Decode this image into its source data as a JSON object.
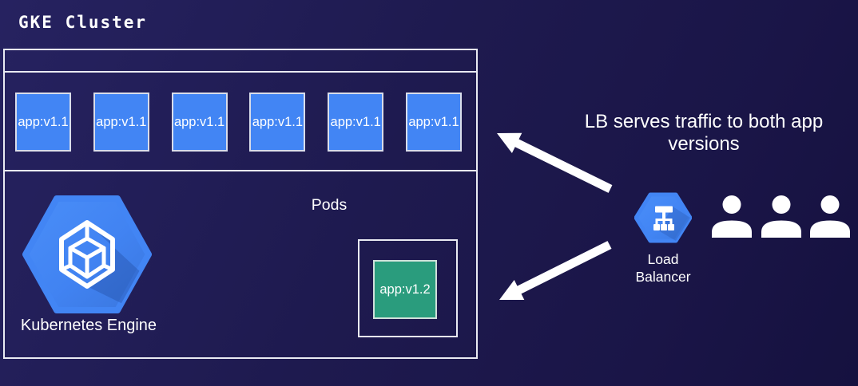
{
  "title": "GKE Cluster",
  "annotation": "LB serves traffic to both app versions",
  "cluster": {
    "pods_section_label": "Pods",
    "v11_pods": [
      {
        "label": "app:v1.1"
      },
      {
        "label": "app:v1.1"
      },
      {
        "label": "app:v1.1"
      },
      {
        "label": "app:v1.1"
      },
      {
        "label": "app:v1.1"
      },
      {
        "label": "app:v1.1"
      }
    ],
    "v12_pod": {
      "label": "app:v1.2"
    },
    "kubernetes_engine_label": "Kubernetes Engine"
  },
  "load_balancer_label": "Load Balancer",
  "users_count": 3,
  "icons": {
    "kubernetes_engine": "gke-hexagon-cube-icon",
    "load_balancer": "lb-hexagon-network-icon",
    "users": "person-icon",
    "arrows": "white-block-arrow"
  },
  "colors": {
    "background": "#1e1a4f",
    "pod_v11_fill": "#4285f4",
    "pod_v12_fill": "#2a9c7d",
    "gcp_blue": "#4285f4",
    "box_border": "#e9eaf2",
    "text": "#ffffff",
    "arrow": "#ffffff"
  }
}
